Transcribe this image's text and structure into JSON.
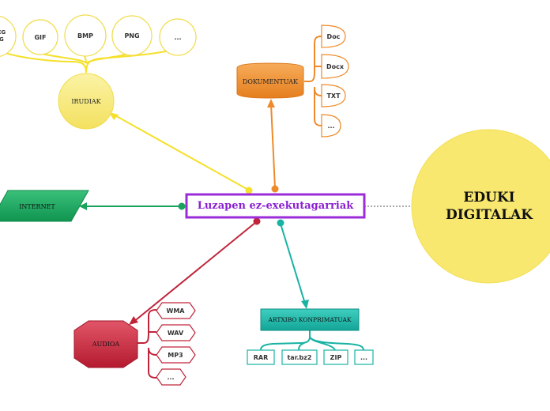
{
  "central": {
    "label": "Luzapen ez-exekutagarriak"
  },
  "main_topic": {
    "label": "EDUKI DIGITALAK"
  },
  "irudiak": {
    "label": "IRUDIAK",
    "children": [
      "JPEG JPG",
      "GIF",
      "BMP",
      "PNG",
      "..."
    ]
  },
  "dokumentuak": {
    "label": "DOKUMENTUAK",
    "children": [
      "Doc",
      "Docx",
      "TXT",
      "..."
    ]
  },
  "internet": {
    "label": "INTERNET"
  },
  "audioa": {
    "label": "AUDIOA",
    "children": [
      "WMA",
      "WAV",
      "MP3",
      "..."
    ]
  },
  "artxibo": {
    "label": "ARTXIBO KONPRIMATUAK",
    "children": [
      "RAR",
      "tar.bz2",
      "ZIP",
      "..."
    ]
  },
  "colors": {
    "central_border": "#9b2cd8",
    "central_text": "#8a1fd0",
    "yellow": "#f6e86a",
    "yellow_line": "#f5e02a",
    "orange": "#ee8a2a",
    "green": "#1aa35c",
    "red": "#c0243a",
    "teal": "#19b3a3"
  }
}
